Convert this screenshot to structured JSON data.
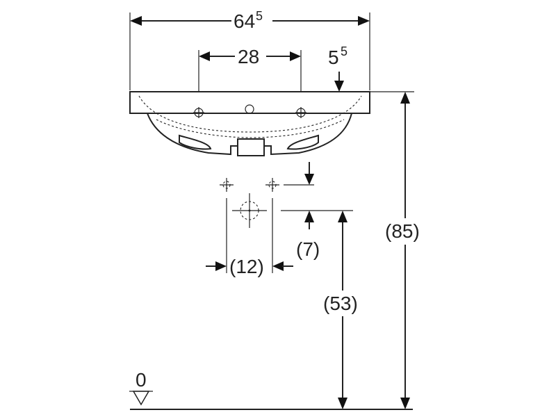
{
  "dimensions": {
    "overall_width": {
      "main": "64",
      "sup": "5"
    },
    "tap_spacing": "28",
    "rim_depth": {
      "main": "5",
      "sup": "5"
    },
    "overall_height": "(85)",
    "drain_height": "(53)",
    "drain_offset": "(7)",
    "drain_spacing": "(12)",
    "floor_level": "0"
  },
  "colors": {
    "line": "#222222",
    "background": "#ffffff"
  }
}
